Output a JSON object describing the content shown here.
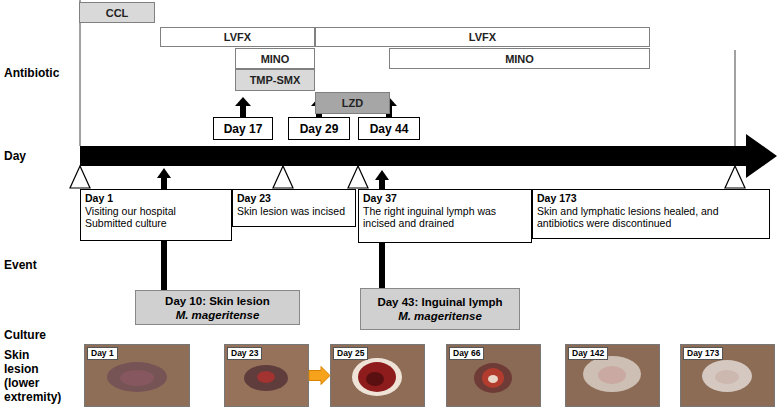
{
  "diagram": {
    "nodes": [
      {
        "text": [
          "CCL"
        ]
      },
      {
        "text": [
          "LVFX"
        ]
      },
      {
        "text": [
          "MINO"
        ]
      },
      {
        "text": [
          "TMP-SMX"
        ]
      },
      {
        "text": [
          "LZD"
        ]
      },
      {
        "text": [
          "LVFX"
        ]
      },
      {
        "text": [
          "MINO"
        ]
      },
      {
        "text": [
          "Day 17"
        ]
      },
      {
        "text": [
          "Day 29"
        ]
      },
      {
        "text": [
          "Day 44"
        ]
      },
      {
        "text": [
          "Day 1",
          "Visiting our hospital",
          "Submitted culture"
        ]
      },
      {
        "text": [
          "Day 23",
          "Skin lesion was incised"
        ]
      },
      {
        "text": [
          "Day 37",
          "The right inguinal lymph was incised and drained"
        ]
      },
      {
        "text": [
          "Day 173",
          "Skin and lymphatic lesions healed, and antibiotics were discontinued"
        ]
      },
      {
        "text": [
          "Day 10: Skin lesion",
          "M. mageritense"
        ]
      },
      {
        "text": [
          "Day 43: Inguinal lymph",
          "M. mageritense"
        ]
      },
      {
        "text": [
          "Day 1"
        ]
      },
      {
        "text": [
          "Day 23"
        ]
      },
      {
        "text": [
          "Day 25"
        ]
      },
      {
        "text": [
          "Day 66"
        ]
      },
      {
        "text": [
          "Day 142"
        ]
      },
      {
        "text": [
          "Day 173"
        ]
      }
    ],
    "edges": [
      {
        "from": 17,
        "to": 18,
        "arrow": "to"
      }
    ],
    "labels": [
      "Antibiotic",
      "Day",
      "Event",
      "Culture",
      "Skin lesion (lower extremity)"
    ]
  }
}
